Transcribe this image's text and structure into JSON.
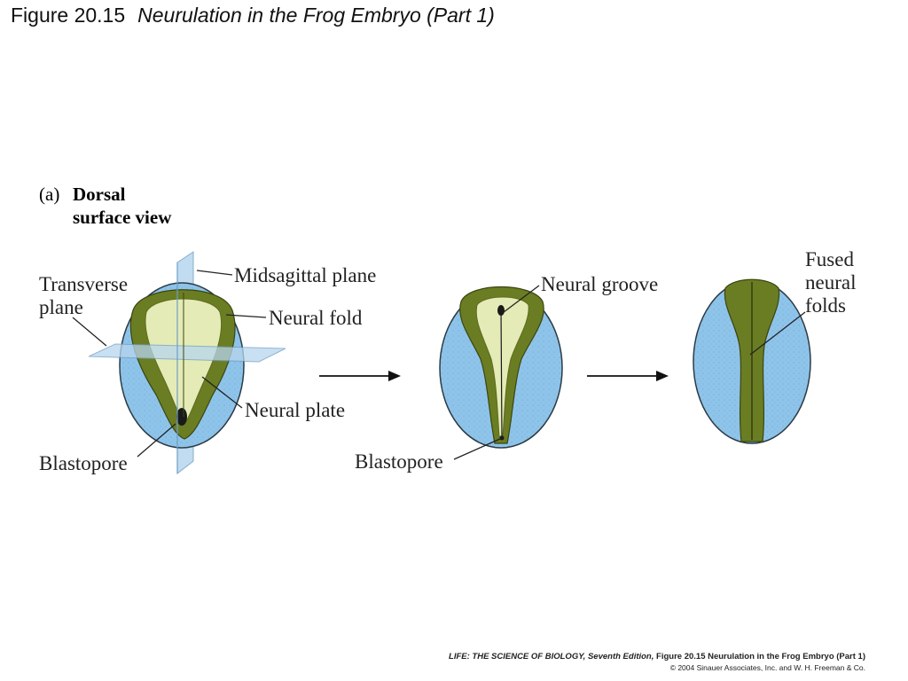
{
  "title": {
    "figure_number": "Figure 20.15",
    "figure_name": "Neurulation in the Frog Embryo (Part 1)"
  },
  "panel": {
    "letter": "(a)",
    "heading_line1": "Dorsal",
    "heading_line2": "surface view"
  },
  "labels": {
    "transverse_line1": "Transverse",
    "transverse_line2": "plane",
    "midsagittal": "Midsagittal plane",
    "neural_fold": "Neural fold",
    "neural_plate": "Neural plate",
    "blastopore_1": "Blastopore",
    "neural_groove": "Neural groove",
    "blastopore_2": "Blastopore",
    "fused_line1": "Fused",
    "fused_line2": "neural",
    "fused_line3": "folds"
  },
  "credit": {
    "book_title": "LIFE: THE SCIENCE OF BIOLOGY, Seventh Edition,",
    "figure_ref": "Figure 20.15 Neurulation in the Frog Embryo (Part 1)",
    "copyright": "© 2004 Sinauer Associates, Inc. and W. H. Freeman & Co."
  },
  "colors": {
    "epidermis_blue": "#8fc4ea",
    "neural_fold_green": "#6b7d22",
    "neural_plate_pale": "#e4ebb6",
    "plane_blue": "#b7d6ee"
  }
}
